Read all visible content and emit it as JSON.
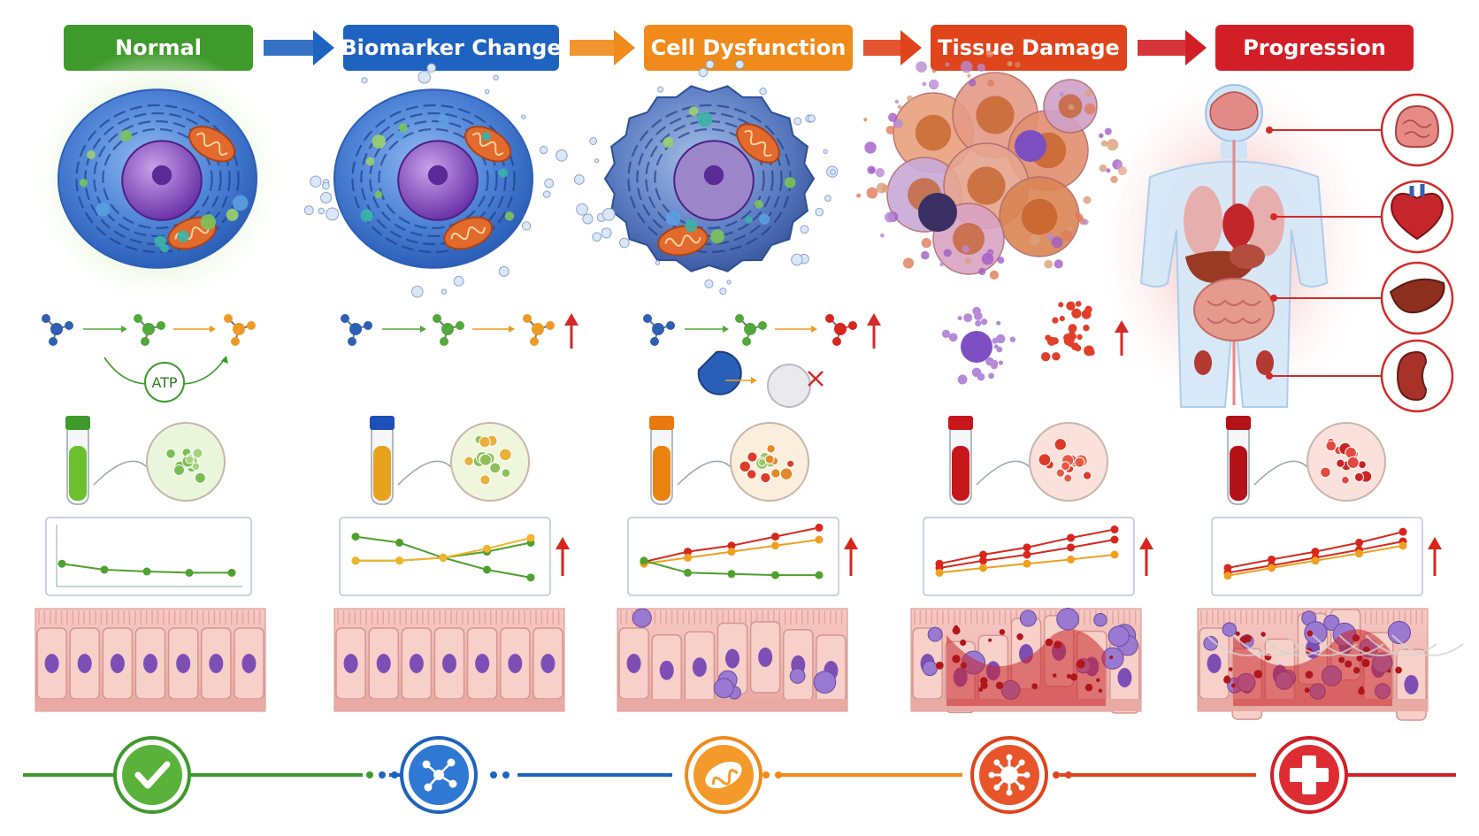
{
  "stages": [
    {
      "label": "Normal",
      "color": "#3f9a2c",
      "accent": "#5bb23a",
      "fluid": "#6cbf2e",
      "cap": "#3f9a2c",
      "icon": "check-icon"
    },
    {
      "label": "Biomarker Change",
      "color": "#1f63c0",
      "accent": "#2f78d4",
      "fluid": "#e9a21d",
      "cap": "#1f4fb8",
      "icon": "network-icon"
    },
    {
      "label": "Cell Dysfunction",
      "color": "#f08a1a",
      "accent": "#f39a2a",
      "fluid": "#e9820f",
      "cap": "#e9780f",
      "icon": "mitochondria-icon"
    },
    {
      "label": "Tissue Damage",
      "color": "#e0441b",
      "accent": "#e8552a",
      "fluid": "#c8171c",
      "cap": "#c8171c",
      "icon": "virus-icon"
    },
    {
      "label": "Progression",
      "color": "#d21f27",
      "accent": "#dd2d33",
      "fluid": "#b31218",
      "cap": "#b31218",
      "icon": "medical-cross-icon"
    }
  ],
  "metabolism": {
    "atp_label": "ATP"
  },
  "organs": [
    "brain-icon",
    "heart-icon",
    "liver-icon",
    "kidney-icon"
  ]
}
